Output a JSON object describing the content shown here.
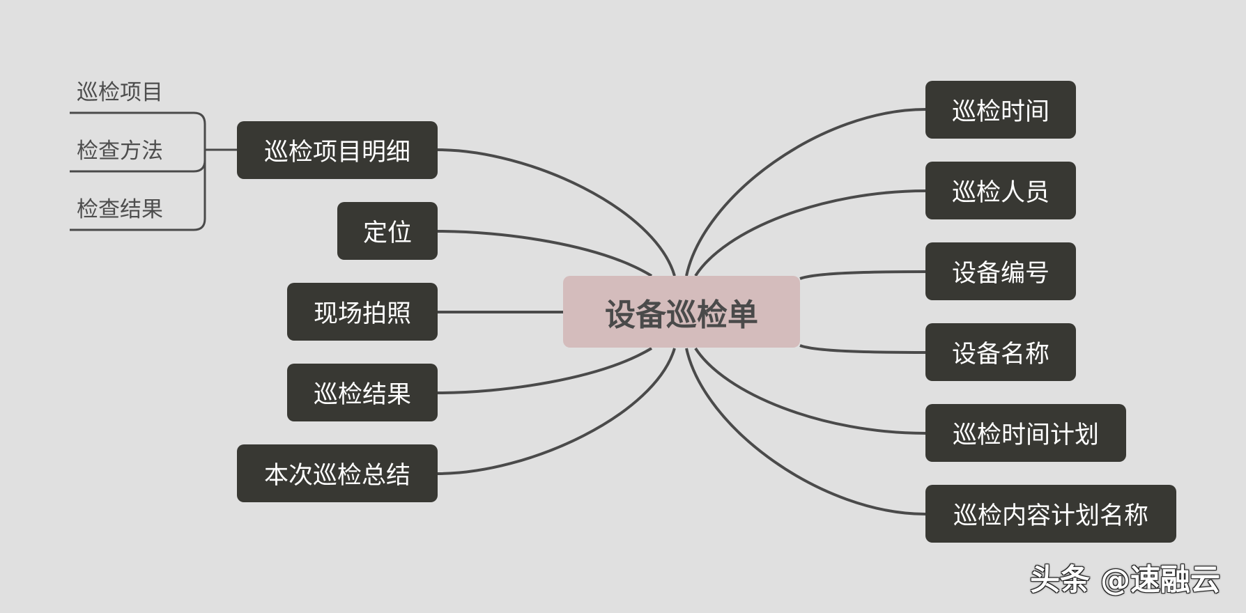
{
  "center": {
    "label": "设备巡检单"
  },
  "left_nodes": [
    {
      "label": "巡检项目明细"
    },
    {
      "label": "定位"
    },
    {
      "label": "现场拍照"
    },
    {
      "label": "巡检结果"
    },
    {
      "label": "本次巡检总结"
    }
  ],
  "sub_items": [
    {
      "label": "巡检项目"
    },
    {
      "label": "检查方法"
    },
    {
      "label": "检查结果"
    }
  ],
  "right_nodes": [
    {
      "label": "巡检时间"
    },
    {
      "label": "巡检人员"
    },
    {
      "label": "设备编号"
    },
    {
      "label": "设备名称"
    },
    {
      "label": "巡检时间计划"
    },
    {
      "label": "巡检内容计划名称"
    }
  ],
  "watermark": "头条 @速融云",
  "colors": {
    "background": "#e0e0e0",
    "node": "#383833",
    "center": "#d4bcbc",
    "line": "#4a4a4a"
  }
}
